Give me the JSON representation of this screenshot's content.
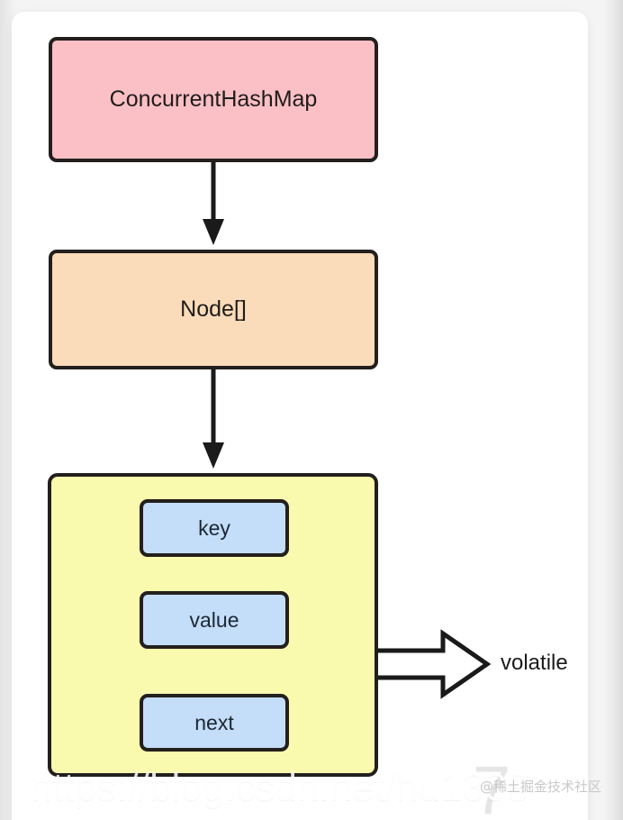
{
  "diagram": {
    "title_node": "ConcurrentHashMap",
    "array_node": "Node[]",
    "entry_fields": [
      {
        "label": "key"
      },
      {
        "label": "value"
      },
      {
        "label": "next"
      }
    ],
    "annotation": "volatile",
    "colors": {
      "chm_fill": "#fac0c6",
      "node_fill": "#fadcba",
      "entry_fill": "#fafaaf",
      "field_fill": "#c4ddf8",
      "stroke": "#231f1d",
      "card_bg": "#ffffff",
      "page_bg": "#f0f0f0"
    }
  },
  "watermark": {
    "url": "https://blog.csdn.net/hu1308",
    "community": "@稀土掘金技术社区",
    "ghost_number": "7"
  }
}
